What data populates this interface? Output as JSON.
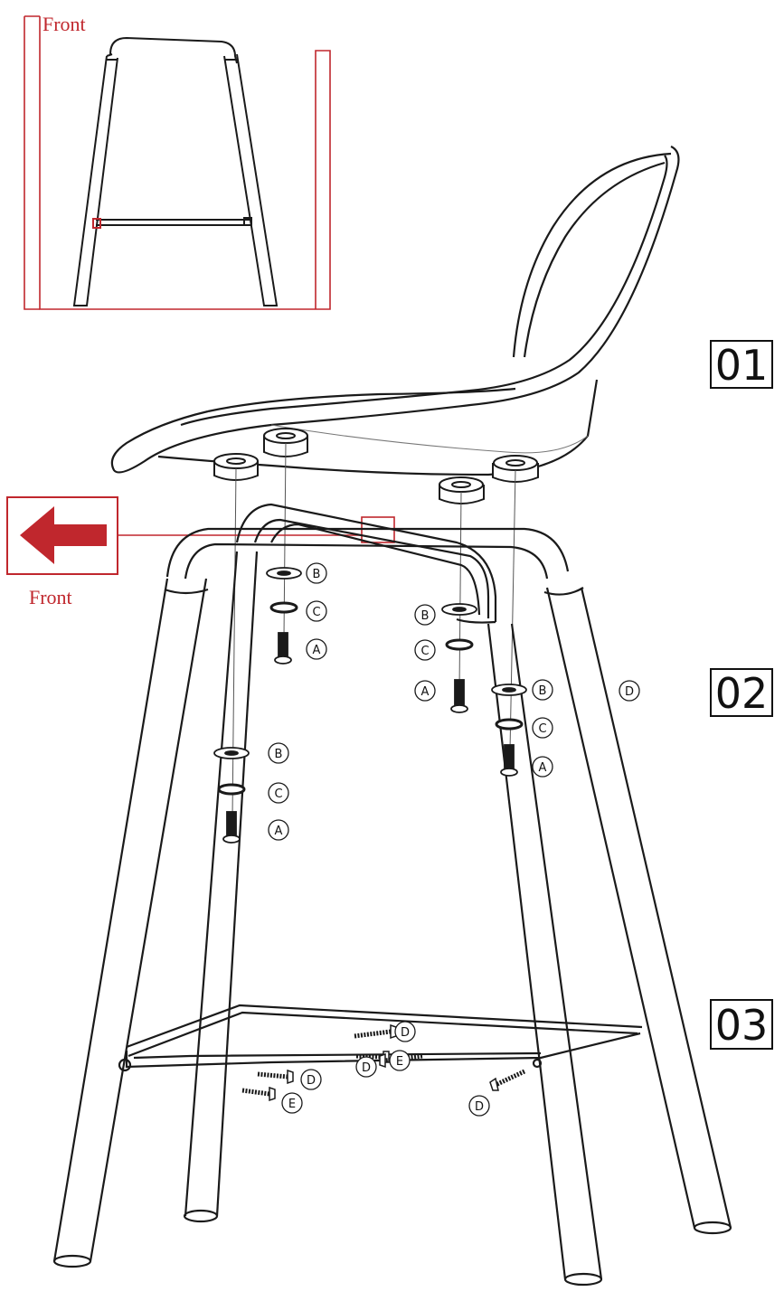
{
  "labels": {
    "front_inset": "Front",
    "front_arrow": "Front"
  },
  "steps": [
    "01",
    "02",
    "03"
  ],
  "colors": {
    "accent": "#c0272d",
    "line": "#1a1a1a"
  },
  "parts": {
    "a": "A",
    "b": "B",
    "c": "C",
    "d": "D",
    "e": "E"
  }
}
